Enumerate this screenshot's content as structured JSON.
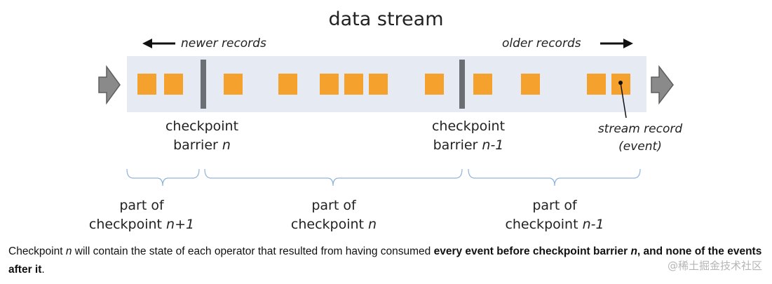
{
  "title": "data stream",
  "direction": {
    "newer": "newer records",
    "older": "older records"
  },
  "barriers": [
    {
      "label": "checkpoint",
      "sub_text": "barrier ",
      "sub_italic": "n"
    },
    {
      "label": "checkpoint",
      "sub_text": "barrier ",
      "sub_italic": "n-1"
    }
  ],
  "record_note": {
    "line1": "stream record",
    "line2": "(event)"
  },
  "parts": [
    {
      "line1": "part of",
      "line2_text": "checkpoint ",
      "line2_italic": "n+1"
    },
    {
      "line1": "part of",
      "line2_text": "checkpoint ",
      "line2_italic": "n"
    },
    {
      "line1": "part of",
      "line2_text": "checkpoint ",
      "line2_italic": "n-1"
    }
  ],
  "caption": {
    "t1": "Checkpoint ",
    "i1": "n",
    "t2": " will contain the state of each operator that resulted from having consumed ",
    "b1": "every event before checkpoint barrier ",
    "bi1": "n",
    "b2": ", and none of the events after it",
    "t3": "."
  },
  "watermark": "@稀土掘金技术社区",
  "colors": {
    "band": "#e6eaf3",
    "record": "#f4a22d",
    "barrier": "#6b6e72",
    "arrow": "#808080",
    "brace": "#8fb3d9"
  }
}
